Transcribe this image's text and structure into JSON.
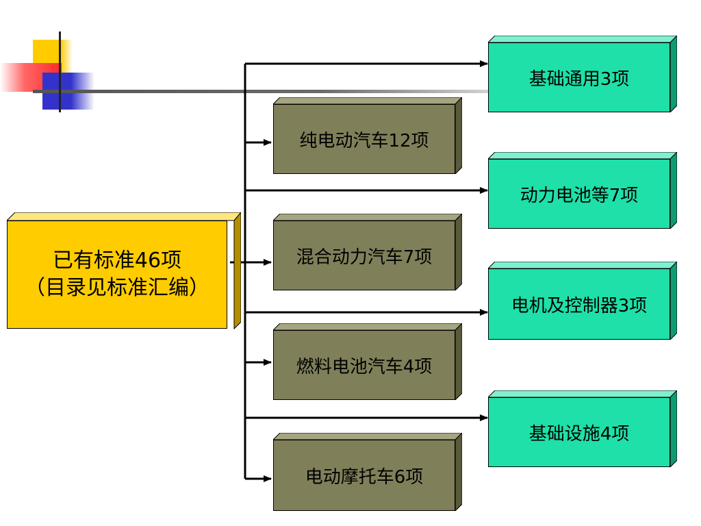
{
  "diagram": {
    "root": {
      "line1": "已有标准46项",
      "line2": "（目录见标准汇编）"
    },
    "categories": [
      {
        "id": "pure-ev",
        "label": "纯电动汽车12项"
      },
      {
        "id": "hybrid",
        "label": "混合动力汽车7项"
      },
      {
        "id": "fuel-cell",
        "label": "燃料电池汽车4项"
      },
      {
        "id": "motorcycle",
        "label": "电动摩托车6项"
      }
    ],
    "components": [
      {
        "id": "general",
        "label": "基础通用3项"
      },
      {
        "id": "battery",
        "label": "动力电池等7项"
      },
      {
        "id": "motor",
        "label": "电机及控制器3项"
      },
      {
        "id": "infrastructure",
        "label": "基础设施4项"
      }
    ],
    "colors": {
      "root_fill": "#ffcc00",
      "category_fill": "#7f7f5a",
      "component_fill": "#1ee0a8",
      "connector": "#000000",
      "deco_yellow": "#ffcc00",
      "deco_red": "#ff3333",
      "deco_blue": "#3333cc"
    }
  }
}
